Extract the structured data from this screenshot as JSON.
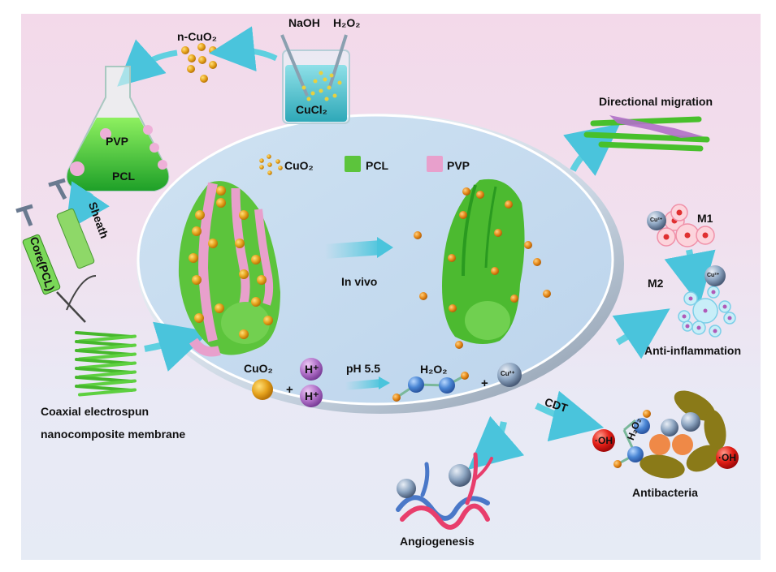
{
  "title": "Coaxial electrospun CuO2 nanocomposite membrane mechanism",
  "synthesis": {
    "reagent_naoh": "NaOH",
    "reagent_h2o2": "H₂O₂",
    "beaker_label": "CuCl₂",
    "nanoparticle_label": "n-CuO₂",
    "flask_top": "PVP",
    "flask_bottom": "PCL"
  },
  "electrospinning": {
    "sheath_label": "Sheath",
    "core_label": "Core(PCL)",
    "membrane_line1": "Coaxial electrospun",
    "membrane_line2": "nanocomposite membrane"
  },
  "legend": {
    "items": [
      {
        "label": "CuO₂",
        "color": "#d9a520"
      },
      {
        "label": "PCL",
        "color": "#5cc43c"
      },
      {
        "label": "PVP",
        "color": "#e8a0cc"
      }
    ]
  },
  "center": {
    "in_vivo": "In vivo",
    "reaction": {
      "reactant": "CuO₂",
      "plus1": "+",
      "h_ion": "H⁺",
      "condition": "pH 5.5",
      "product": "H₂O₂",
      "plus2": "+",
      "cu_ion": "Cu²⁺"
    }
  },
  "outcomes": {
    "migration": "Directional migration",
    "m1": "M1",
    "m2": "M2",
    "cu_ion": "Cu²⁺",
    "inflammation": "Anti-inflammation",
    "cdt": "CDT",
    "oh": "·OH",
    "h2o2": "H₂O₂",
    "antibacteria": "Antibacteria",
    "angiogenesis": "Angiogenesis"
  },
  "colors": {
    "pcl_green": "#5cc43c",
    "pvp_pink": "#e8a0cc",
    "cuo2_gold": "#e0a020",
    "arrow_cyan": "#5fd0e0",
    "disc_blue": "#c6dcef",
    "h_ion_purple": "#b070c8",
    "oh_red": "#e02020"
  }
}
